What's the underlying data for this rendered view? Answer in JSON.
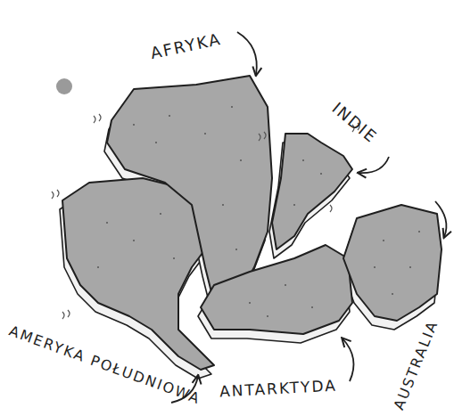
{
  "diagram": {
    "labels": [
      "AFRYKA",
      "INDIE",
      "AMERYKA POŁUDNIOWA",
      "ANTARKTYDA",
      "AUSTRALIA"
    ]
  }
}
